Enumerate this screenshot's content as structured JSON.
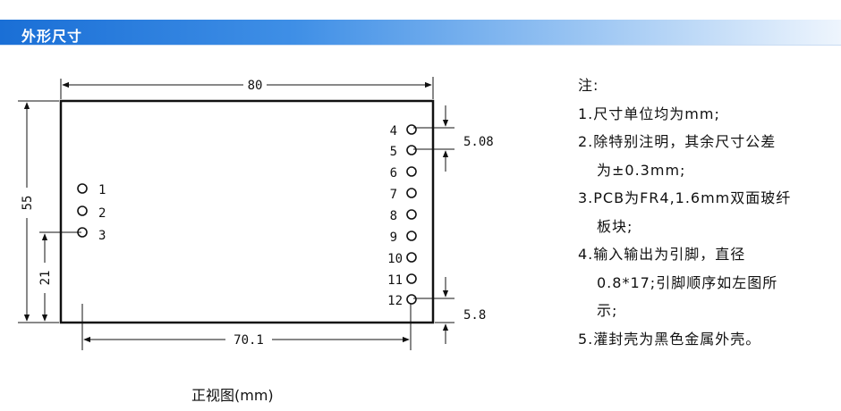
{
  "section": {
    "title": "外形尺寸"
  },
  "drawing": {
    "dim_width": "80",
    "dim_height": "55",
    "dim_pin3_height": "21",
    "dim_pin12_offset": "70.1",
    "dim_pin_pitch": "5.08",
    "dim_pin12_bottom": "5.8",
    "left_pins": [
      "1",
      "2",
      "3"
    ],
    "right_pins": [
      "4",
      "5",
      "6",
      "7",
      "8",
      "9",
      "10",
      "11",
      "12"
    ]
  },
  "notes": {
    "heading": "注:",
    "items": [
      {
        "lines": [
          "1.尺寸单位均为mm;"
        ]
      },
      {
        "lines": [
          "2.除特别注明，其余尺寸公差",
          "为±0.3mm;"
        ]
      },
      {
        "lines": [
          "3.PCB为FR4,1.6mm双面玻纤",
          "板块;"
        ]
      },
      {
        "lines": [
          "4.输入输出为引脚，直径",
          "0.8*17;引脚顺序如左图所",
          "示;"
        ]
      },
      {
        "lines": [
          "5.灌封壳为黑色金属外壳。"
        ]
      }
    ]
  },
  "caption": "正视图(mm)"
}
